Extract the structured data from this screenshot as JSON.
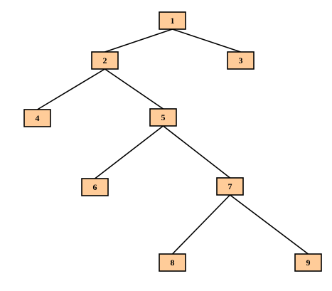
{
  "diagram": {
    "type": "tree",
    "colors": {
      "node_fill": "#ffcc99",
      "node_border": "#000000",
      "edge": "#000000",
      "background": "#ffffff"
    },
    "nodes": [
      {
        "id": "n1",
        "label": "1"
      },
      {
        "id": "n2",
        "label": "2"
      },
      {
        "id": "n3",
        "label": "3"
      },
      {
        "id": "n4",
        "label": "4"
      },
      {
        "id": "n5",
        "label": "5"
      },
      {
        "id": "n6",
        "label": "6"
      },
      {
        "id": "n7",
        "label": "7"
      },
      {
        "id": "n8",
        "label": "8"
      },
      {
        "id": "n9",
        "label": "9"
      }
    ],
    "edges": [
      {
        "from": "n1",
        "to": "n2"
      },
      {
        "from": "n1",
        "to": "n3"
      },
      {
        "from": "n2",
        "to": "n4"
      },
      {
        "from": "n2",
        "to": "n5"
      },
      {
        "from": "n5",
        "to": "n6"
      },
      {
        "from": "n5",
        "to": "n7"
      },
      {
        "from": "n7",
        "to": "n8"
      },
      {
        "from": "n7",
        "to": "n9"
      }
    ]
  }
}
